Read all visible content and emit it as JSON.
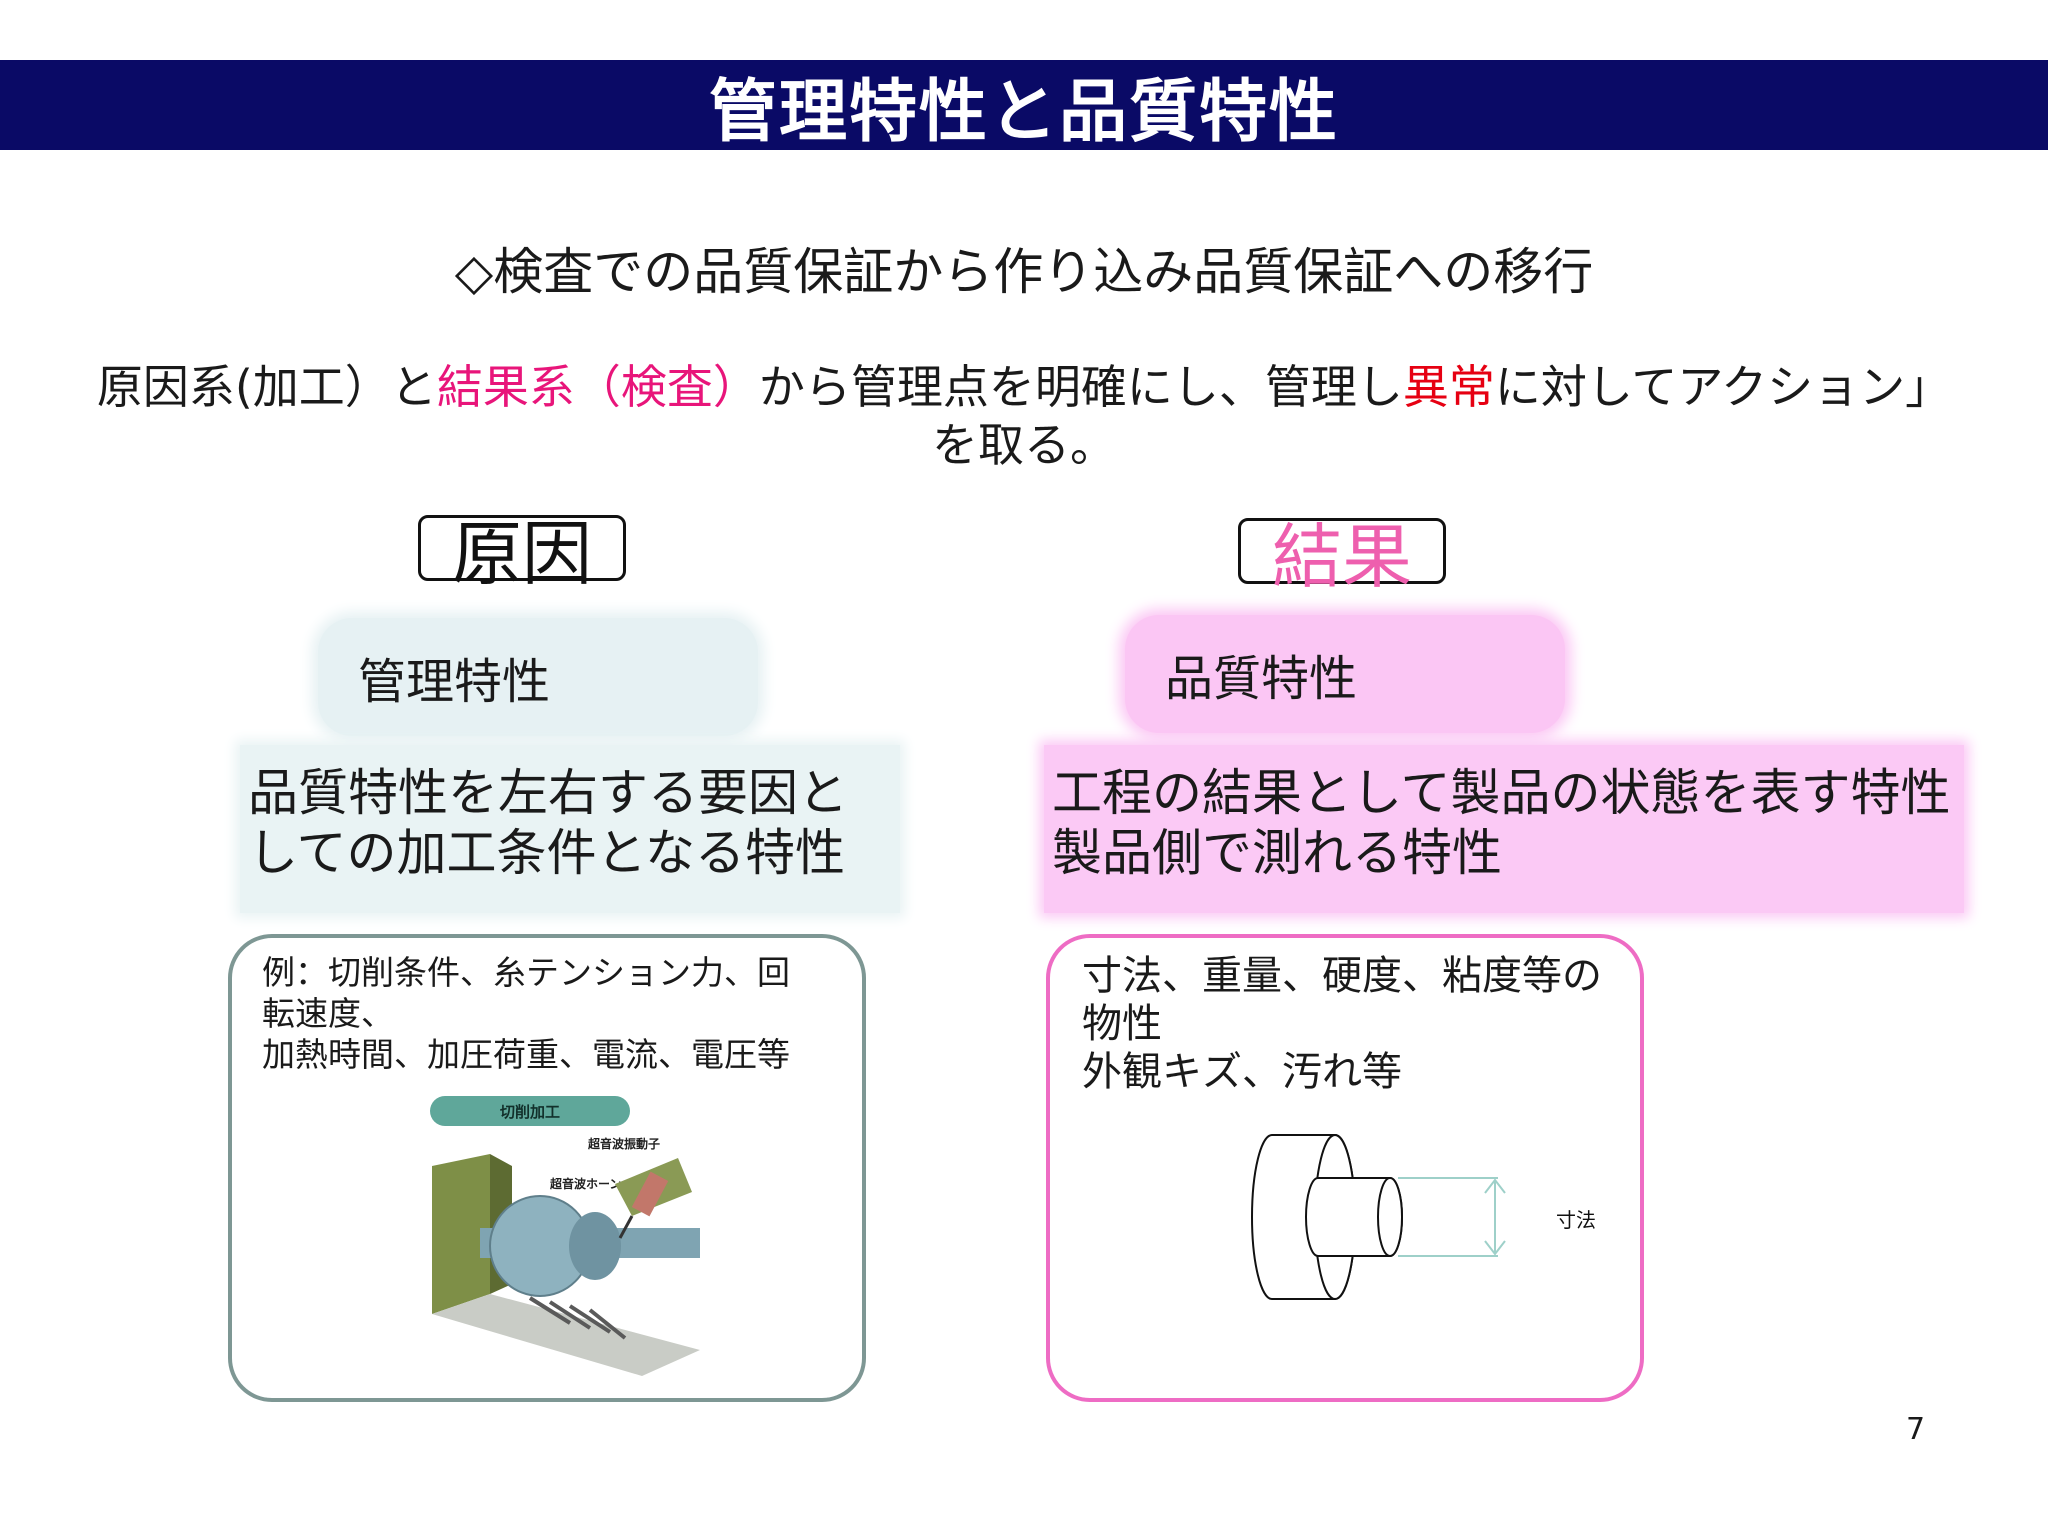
{
  "title": "管理特性と品質特性",
  "subtitle": "◇検査での品質保証から作り込み品質保証への移行",
  "statement": {
    "part1": "原因系(加工）と",
    "part2": "結果系（検査）",
    "part3": "から管理点を明確にし、管理し",
    "part4": "異常",
    "part5": "に対してアクション」",
    "part6": "を取る。"
  },
  "cause": {
    "label": "原因",
    "pill": "管理特性",
    "desc_line1": "品質特性を左右する要因と",
    "desc_line2": "しての加工条件となる特性",
    "example_line1": "例：切削条件、糸テンション力、回",
    "example_line2": "転速度、",
    "example_line3": "加熱時間、加圧荷重、電流、電圧等",
    "image_title": "切削加工",
    "image_label1": "超音波振動子",
    "image_label2": "超音波ホーン"
  },
  "effect": {
    "label": "結果",
    "pill": "品質特性",
    "desc_line1": "工程の結果として製品の状態を表す特性",
    "desc_line2": "製品側で測れる特性",
    "example_line1": "寸法、重量、硬度、粘度等の",
    "example_line2": "物性",
    "example_line3": "外観キズ、汚れ等",
    "dimension_label": "寸法"
  },
  "page_number": "7",
  "colors": {
    "title_bar": "#0a0a66",
    "accent_pink": "#e8157a",
    "accent_red": "#e60012",
    "cause_fill": "#e6f1f3",
    "effect_fill": "#fbc6f4"
  }
}
